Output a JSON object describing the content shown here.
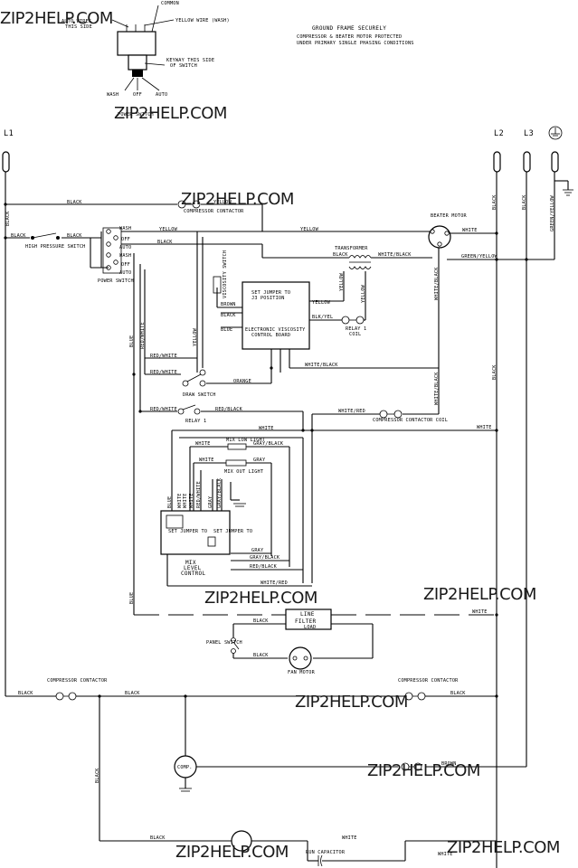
{
  "watermark": "ZIP2HELP.COM",
  "terminals": {
    "l1": "L1",
    "l2": "L2",
    "l3": "L3"
  },
  "notes": {
    "ground": "GROUND FRAME SECURELY",
    "protect_1": "COMPRESSOR & BEATER MOTOR PROTECTED",
    "protect_2": "UNDER PRIMARY SINGLE PHASING CONDITIONS"
  },
  "switch_detail": {
    "common": "COMMON",
    "auto_wires_1": "AUTO WIRES",
    "auto_wires_2": "THIS SIDE",
    "yellow_wire": "YELLOW WIRE (WASH)",
    "keyway_1": "KEYWAY THIS SIDE",
    "keyway_2": "OF SWITCH",
    "wash": "WASH",
    "off": "OFF",
    "auto": "AUTO",
    "title": "POWER SWITCH"
  },
  "components": {
    "compressor_contactor": "COMPRESSOR CONTACTOR",
    "high_pressure_switch": "HIGH PRESSURE SWITCH",
    "power_switch": "POWER SWITCH",
    "wash": "WASH",
    "off": "OFF",
    "auto": "AUTO",
    "beater_motor": "BEATER MOTOR",
    "transformer": "TRANSFORMER",
    "viscosity_switch": "VISCOSITY SWITCH",
    "set_jumper_1": "SET JUMPER TO",
    "set_jumper_2": "J3 POSITION",
    "evb_1": "ELECTRONIC VISCOSITY",
    "evb_2": "CONTROL BOARD",
    "relay1_coil_1": "RELAY 1",
    "relay1_coil_2": "COIL",
    "draw_switch": "DRAW SWITCH",
    "relay1": "RELAY 1",
    "comp_coil": "COMPRESSOR CONTACTOR COIL",
    "mix_low_light": "MIX LOW LIGHT",
    "mix_out_light": "MIX OUT LIGHT",
    "mix_level_1": "MIX",
    "mix_level_2": "LEVEL",
    "mix_level_3": "CONTROL",
    "line_filter_1": "LINE",
    "line_filter_2": "FILTER",
    "line_filter_3": "LOAD",
    "panel_switch": "PANEL SWITCH",
    "fan_motor": "FAN MOTOR",
    "comp": "COMP.",
    "run_capacitor": "RUN CAPACITOR"
  },
  "wires": {
    "black": "BLACK",
    "yellow": "YELLOW",
    "white": "WHITE",
    "blue": "BLUE",
    "orange": "ORANGE",
    "gray": "GRAY",
    "brown": "BROWN",
    "red_white": "RED/WHITE",
    "red_black": "RED/BLACK",
    "white_red": "WHITE/RED",
    "white_black": "WHITE/BLACK",
    "green_yellow": "GREEN/YELLOW",
    "gray_black": "GRAY/BLACK",
    "blk_yel": "BLK/YEL",
    "brown_alt": "BROWN"
  }
}
